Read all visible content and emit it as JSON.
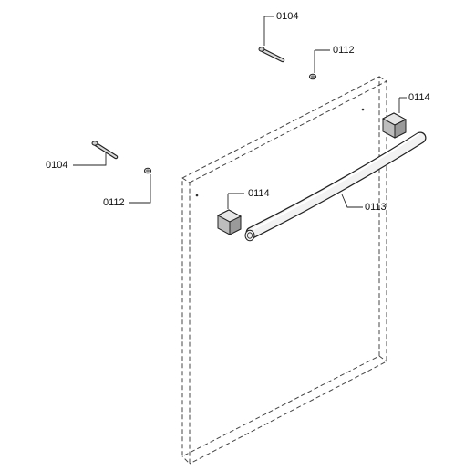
{
  "labels": {
    "screw_top": "0104",
    "washer_top": "0112",
    "end_cap_right": "0114",
    "screw_left": "0104",
    "washer_left": "0112",
    "end_cap_left": "0114",
    "handle_bar": "0113"
  },
  "colors": {
    "line": "#222222",
    "fill_light": "#efefef",
    "fill_mid": "#cfcfcf",
    "fill_dark": "#9a9a9a"
  }
}
